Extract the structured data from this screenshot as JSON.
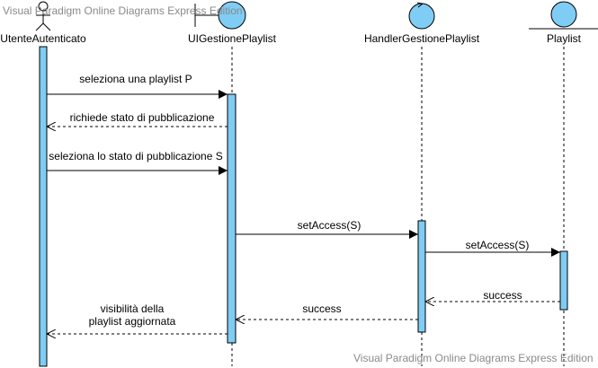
{
  "watermark_top": "Visual Paradigm Online Diagrams Express Edition",
  "watermark_bottom": "Visual Paradigm Online Diagrams Express Edition",
  "participants": [
    {
      "name": "UtenteAutenticato",
      "kind": "actor"
    },
    {
      "name": "UIGestionePlaylist",
      "kind": "boundary"
    },
    {
      "name": "HandlerGestionePlaylist",
      "kind": "control"
    },
    {
      "name": "Playlist",
      "kind": "entity"
    }
  ],
  "messages": [
    {
      "label": "seleziona una playlist P",
      "from": "UtenteAutenticato",
      "to": "UIGestionePlaylist",
      "type": "call"
    },
    {
      "label": "richiede stato di pubblicazione",
      "from": "UIGestionePlaylist",
      "to": "UtenteAutenticato",
      "type": "return"
    },
    {
      "label": "seleziona lo stato di pubblicazione S",
      "from": "UtenteAutenticato",
      "to": "UIGestionePlaylist",
      "type": "call"
    },
    {
      "label": "setAccess(S)",
      "from": "UIGestionePlaylist",
      "to": "HandlerGestionePlaylist",
      "type": "call"
    },
    {
      "label": "setAccess(S)",
      "from": "HandlerGestionePlaylist",
      "to": "Playlist",
      "type": "call"
    },
    {
      "label": "success",
      "from": "Playlist",
      "to": "HandlerGestionePlaylist",
      "type": "return"
    },
    {
      "label": "success",
      "from": "HandlerGestionePlaylist",
      "to": "UIGestionePlaylist",
      "type": "return"
    },
    {
      "label": "visibilità della playlist aggiornata",
      "label_lines": [
        "visibilità della",
        "playlist aggiornata"
      ],
      "from": "UIGestionePlaylist",
      "to": "UtenteAutenticato",
      "type": "return"
    }
  ],
  "colors": {
    "fill": "#7fcdf4",
    "stroke": "#000000",
    "watermark": "#8a8a8a"
  }
}
